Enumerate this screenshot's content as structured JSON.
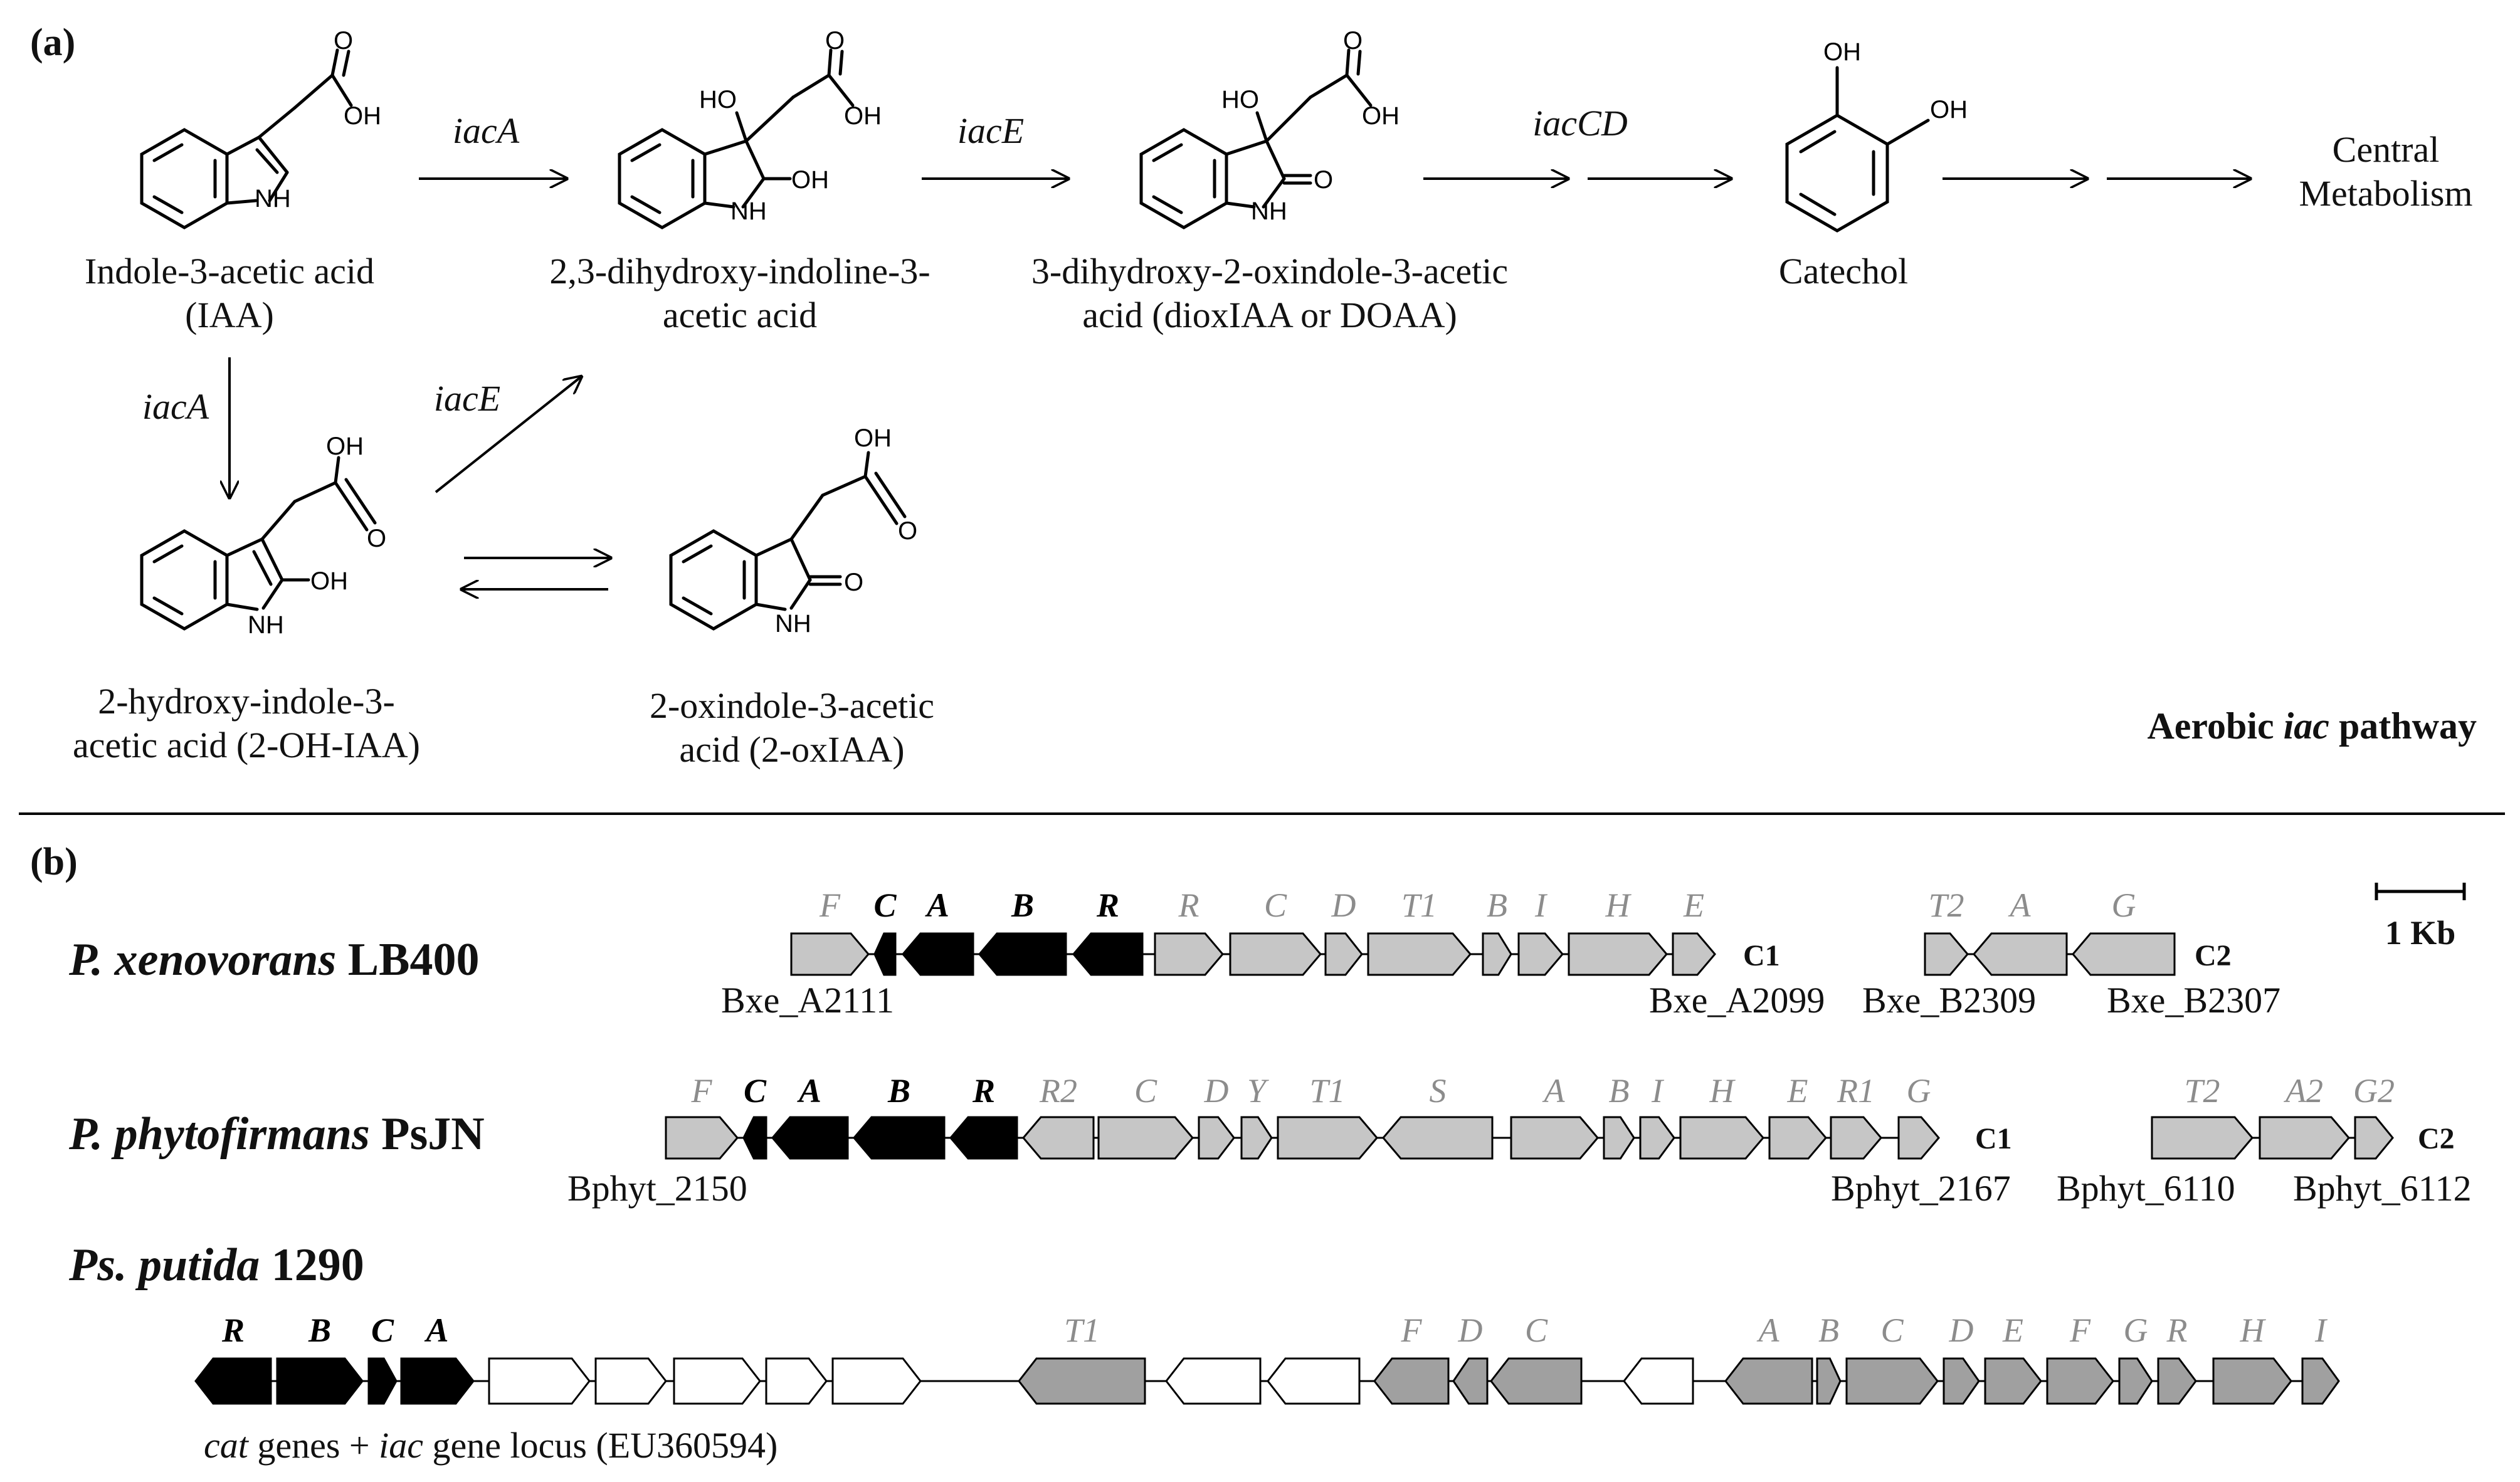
{
  "panel_a": {
    "label": "(a)",
    "pathway_title": {
      "pre": "Aerobic ",
      "italic": "iac",
      "post": " pathway"
    },
    "compounds": {
      "iaa": {
        "name": [
          "Indole-3-acetic acid",
          "(IAA)"
        ],
        "atoms": {
          "oh": "OH",
          "o": "O",
          "nh": "NH"
        }
      },
      "dhia": {
        "name": [
          "2,3-dihydroxy-indoline-3-",
          "acetic acid"
        ],
        "atoms": {
          "oh": "OH",
          "o": "O",
          "ho": "HO",
          "oh2": "OH",
          "nh": "NH"
        }
      },
      "doaa": {
        "name": [
          "3-dihydroxy-2-oxindole-3-acetic",
          "acid (dioxIAA or DOAA)"
        ],
        "atoms": {
          "oh": "OH",
          "o": "O",
          "ho": "HO",
          "o2": "O",
          "nh": "NH"
        }
      },
      "catechol": {
        "name": [
          "Catechol"
        ],
        "atoms": {
          "oh1": "OH",
          "oh2": "OH"
        }
      },
      "central": {
        "name": [
          "Central",
          "Metabolism"
        ]
      },
      "ohiaa": {
        "name": [
          "2-hydroxy-indole-3-",
          "acetic acid (2-OH-IAA)"
        ],
        "atoms": {
          "oh": "OH",
          "o": "O",
          "oh2": "OH",
          "nh": "NH"
        }
      },
      "oxiaa": {
        "name": [
          "2-oxindole-3-acetic",
          "acid (2-oxIAA)"
        ],
        "atoms": {
          "oh": "OH",
          "o": "O",
          "o2": "O",
          "nh": "NH"
        }
      }
    },
    "enzymes": {
      "iaa_to_dhia": "iacA",
      "dhia_to_doaa": "iacE",
      "doaa_to_catechol": "iacCD",
      "iaa_to_ohiaa": "iacA",
      "ohiaa_to_dhia": "iacE"
    }
  },
  "panel_b": {
    "label": "(b)",
    "scale_bar": "1 Kb",
    "organisms": {
      "xeno": {
        "genus": "P. xenovorans",
        "strain": "LB400",
        "c1": {
          "cluster_label": "C1",
          "left_locus": "Bxe_A2111",
          "right_locus": "Bxe_A2099",
          "genes": [
            {
              "name": "F",
              "type": "iac"
            },
            {
              "name": "C",
              "type": "cat"
            },
            {
              "name": "A",
              "type": "cat"
            },
            {
              "name": "B",
              "type": "cat"
            },
            {
              "name": "R",
              "type": "cat"
            },
            {
              "name": "R",
              "type": "iac"
            },
            {
              "name": "C",
              "type": "iac"
            },
            {
              "name": "D",
              "type": "iac"
            },
            {
              "name": "T1",
              "type": "iac"
            },
            {
              "name": "B",
              "type": "iac"
            },
            {
              "name": "I",
              "type": "iac"
            },
            {
              "name": "H",
              "type": "iac"
            },
            {
              "name": "E",
              "type": "iac"
            }
          ]
        },
        "c2": {
          "cluster_label": "C2",
          "left_locus": "Bxe_B2309",
          "right_locus": "Bxe_B2307",
          "genes": [
            {
              "name": "T2",
              "type": "iac"
            },
            {
              "name": "A",
              "type": "iac"
            },
            {
              "name": "G",
              "type": "iac"
            }
          ]
        }
      },
      "phyto": {
        "genus": "P. phytofirmans",
        "strain": "PsJN",
        "c1": {
          "cluster_label": "C1",
          "left_locus": "Bphyt_2150",
          "right_locus": "Bphyt_2167",
          "genes": [
            {
              "name": "F",
              "type": "iac"
            },
            {
              "name": "C",
              "type": "cat"
            },
            {
              "name": "A",
              "type": "cat"
            },
            {
              "name": "B",
              "type": "cat"
            },
            {
              "name": "R",
              "type": "cat"
            },
            {
              "name": "R2",
              "type": "iac"
            },
            {
              "name": "C",
              "type": "iac"
            },
            {
              "name": "D",
              "type": "iac"
            },
            {
              "name": "Y",
              "type": "iac"
            },
            {
              "name": "T1",
              "type": "iac"
            },
            {
              "name": "S",
              "type": "iac"
            },
            {
              "name": "A",
              "type": "iac"
            },
            {
              "name": "B",
              "type": "iac"
            },
            {
              "name": "I",
              "type": "iac"
            },
            {
              "name": "H",
              "type": "iac"
            },
            {
              "name": "E",
              "type": "iac"
            },
            {
              "name": "R1",
              "type": "iac"
            },
            {
              "name": "G",
              "type": "iac"
            }
          ]
        },
        "c2": {
          "cluster_label": "C2",
          "left_locus": "Bphyt_6110",
          "right_locus": "Bphyt_6112",
          "genes": [
            {
              "name": "T2",
              "type": "iac"
            },
            {
              "name": "A2",
              "type": "iac"
            },
            {
              "name": "G2",
              "type": "iac"
            }
          ]
        }
      },
      "putida": {
        "genus": "Ps. putida",
        "strain": "1290",
        "caption": {
          "italic": "cat",
          "mid": " genes + ",
          "italic2": "iac",
          "post": " gene locus (EU360594)"
        },
        "genes": [
          {
            "name": "R",
            "type": "cat"
          },
          {
            "name": "B",
            "type": "cat"
          },
          {
            "name": "C",
            "type": "cat"
          },
          {
            "name": "A",
            "type": "cat"
          },
          {
            "name": "",
            "type": "other"
          },
          {
            "name": "",
            "type": "other"
          },
          {
            "name": "",
            "type": "other"
          },
          {
            "name": "",
            "type": "other"
          },
          {
            "name": "",
            "type": "other"
          },
          {
            "name": "T1",
            "type": "iac"
          },
          {
            "name": "",
            "type": "other"
          },
          {
            "name": "",
            "type": "other"
          },
          {
            "name": "F",
            "type": "iac"
          },
          {
            "name": "D",
            "type": "iac"
          },
          {
            "name": "C",
            "type": "iac"
          },
          {
            "name": "",
            "type": "other"
          },
          {
            "name": "A",
            "type": "iac"
          },
          {
            "name": "B",
            "type": "iac"
          },
          {
            "name": "C",
            "type": "iac"
          },
          {
            "name": "D",
            "type": "iac"
          },
          {
            "name": "E",
            "type": "iac"
          },
          {
            "name": "F",
            "type": "iac"
          },
          {
            "name": "G",
            "type": "iac"
          },
          {
            "name": "R",
            "type": "iac"
          },
          {
            "name": "H",
            "type": "iac"
          },
          {
            "name": "I",
            "type": "iac"
          }
        ]
      }
    }
  },
  "colors": {
    "cat_fill": "#000000",
    "iac_fill_light": "#c6c6c6",
    "iac_fill_dark": "#a0a0a0",
    "other_fill": "#ffffff",
    "gene_label_gray": "#8c8c8c",
    "gene_label_black": "#000000",
    "stroke": "#000000"
  }
}
